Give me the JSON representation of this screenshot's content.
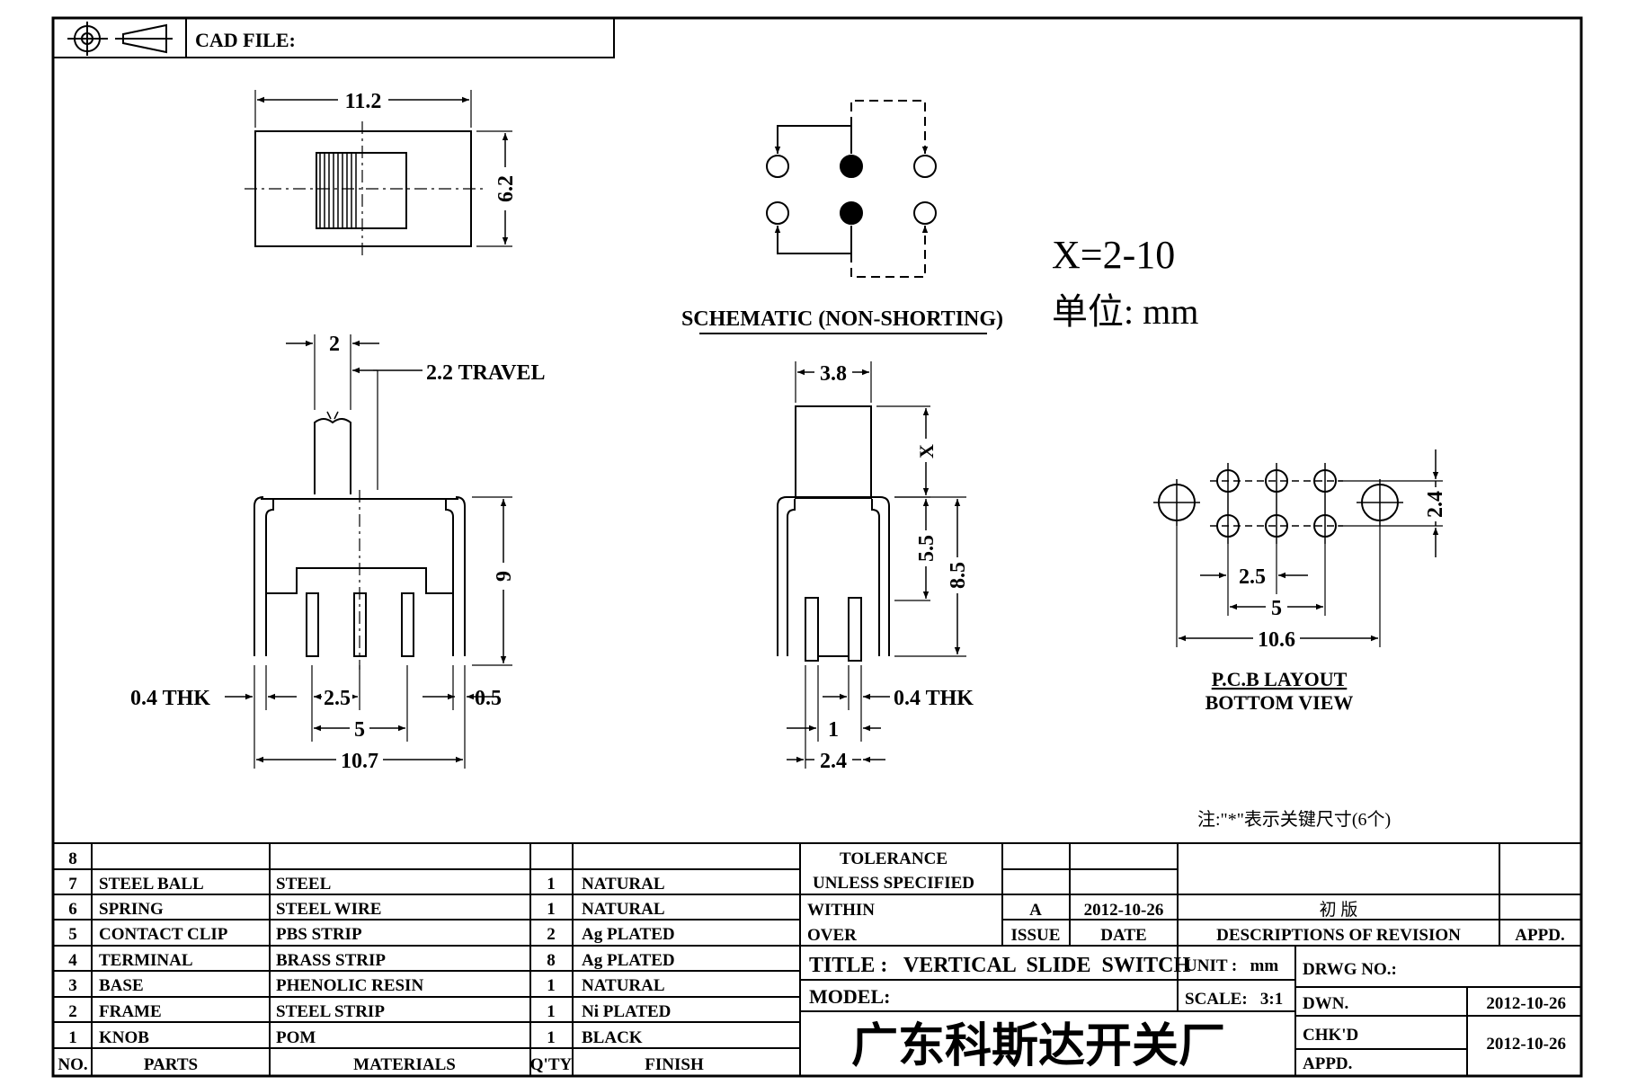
{
  "header": {
    "cad_file_label": "CAD FILE:"
  },
  "top_view": {
    "width_dim": "11.2",
    "height_dim": "6.2"
  },
  "schematic": {
    "label": "SCHEMATIC (NON-SHORTING)"
  },
  "notes": {
    "x_range": "X=2-10",
    "unit": "单位: mm",
    "footnote": "注:\"*\"表示关键尺寸(6个)"
  },
  "side_view": {
    "actuator_dim": "2",
    "travel_label": "2.2 TRAVEL",
    "height_dim": "9",
    "thk_label": "0.4 THK",
    "pin_pitch": "2.5",
    "end_dim": "0.5",
    "pin_span": "5",
    "overall_width": "10.7"
  },
  "end_view": {
    "actuator_dim": "3.8",
    "actuator_height": "X",
    "body_dim": "5.5",
    "overall_height": "8.5",
    "thk_label": "0.4 THK",
    "pin_dim": "1",
    "width_dim": "2.4"
  },
  "pcb_layout": {
    "row_dim": "2.4",
    "pitch_dim": "2.5",
    "span_dim": "5",
    "mount_dim": "10.6",
    "label_line1": "P.C.B LAYOUT",
    "label_line2": "BOTTOM VIEW"
  },
  "bom": {
    "headers": {
      "no": "NO.",
      "parts": "PARTS",
      "materials": "MATERIALS",
      "qty": "Q'TY",
      "finish": "FINISH"
    },
    "rows": [
      {
        "no": "8",
        "part": "",
        "material": "",
        "qty": "",
        "finish": ""
      },
      {
        "no": "7",
        "part": "STEEL BALL",
        "material": "STEEL",
        "qty": "1",
        "finish": "NATURAL"
      },
      {
        "no": "6",
        "part": "SPRING",
        "material": "STEEL WIRE",
        "qty": "1",
        "finish": "NATURAL"
      },
      {
        "no": "5",
        "part": "CONTACT CLIP",
        "material": "PBS STRIP",
        "qty": "2",
        "finish": "Ag PLATED"
      },
      {
        "no": "4",
        "part": "TERMINAL",
        "material": "BRASS STRIP",
        "qty": "8",
        "finish": "Ag PLATED"
      },
      {
        "no": "3",
        "part": "BASE",
        "material": "PHENOLIC RESIN",
        "qty": "1",
        "finish": "NATURAL"
      },
      {
        "no": "2",
        "part": "FRAME",
        "material": "STEEL STRIP",
        "qty": "1",
        "finish": "Ni PLATED"
      },
      {
        "no": "1",
        "part": "KNOB",
        "material": "POM",
        "qty": "1",
        "finish": "BLACK"
      }
    ]
  },
  "title_block": {
    "tolerance": "TOLERANCE",
    "unless_specified": "UNLESS   SPECIFIED",
    "within": "WITHIN",
    "over": "OVER",
    "issue_value": "A",
    "issue_date": "2012-10-26",
    "revision_desc": "初  版",
    "issue_label": "ISSUE",
    "date_label": "DATE",
    "desc_label": "DESCRIPTIONS OF REVISION",
    "appd_label": "APPD.",
    "title": "TITLE :   VERTICAL  SLIDE  SWITCH",
    "unit": "UNIT :   mm",
    "drwg_no": "DRWG NO.:",
    "model": "MODEL:",
    "scale": "SCALE:   3:1",
    "dwn_label": "DWN.",
    "dwn_date": "2012-10-26",
    "chkd_label": "CHK'D",
    "appd2_label": "APPD.",
    "chkd_date": "2012-10-26",
    "company": "广东科斯达开关厂"
  }
}
